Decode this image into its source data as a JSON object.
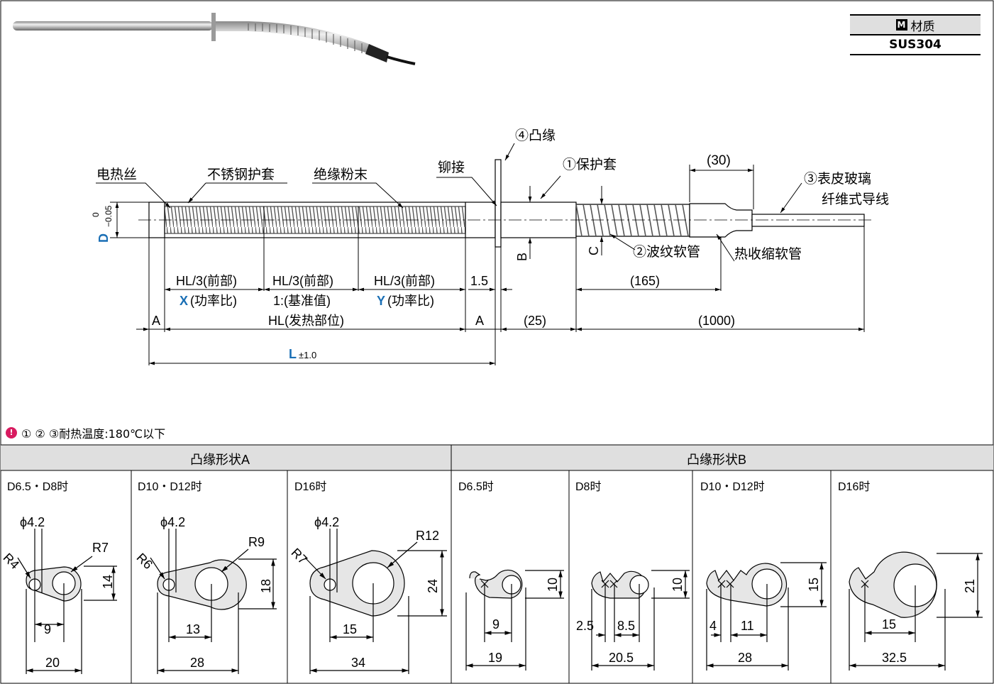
{
  "material": {
    "badge": "M",
    "label": "材质",
    "value": "SUS304"
  },
  "callouts": {
    "heater_wire": "电热丝",
    "stainless_sheath": "不锈钢护套",
    "insulation_powder": "绝缘粉末",
    "rivet": "铆接",
    "flange": "④凸缘",
    "protective_sleeve": "①保护套",
    "dim_30": "(30)",
    "lead_wire_1": "③表皮玻璃",
    "lead_wire_2": "纤维式导线",
    "corrugated_hose": "②波纹软管",
    "heat_shrink": "热收缩软管"
  },
  "dims": {
    "d_label": "D",
    "d_tol_upper": "0",
    "d_tol_lower": "−0.05",
    "b": "B",
    "c": "C",
    "hl3_front_1": "HL/3(前部)",
    "hl3_front_2": "HL/3(前部)",
    "hl3_front_3": "HL/3(前部)",
    "x_letter": "X",
    "x_text": "(功率比)",
    "base": "1:(基准值)",
    "y_letter": "Y",
    "y_text": "(功率比)",
    "d15": "1.5",
    "a_left": "A",
    "a_right": "A",
    "hl": "HL(发热部位)",
    "d25": "(25)",
    "d165": "(165)",
    "d1000": "(1000)",
    "l_letter": "L",
    "l_tol": "±1.0"
  },
  "note": {
    "icon": "!",
    "text": "① ② ③耐热温度:180℃以下"
  },
  "table": {
    "group_a": "凸缘形状A",
    "group_b": "凸缘形状B",
    "columns": [
      {
        "title": "D6.5・D8时",
        "hole": "ϕ4.2",
        "r_small": "R4",
        "r_big": "R7",
        "h": "14",
        "c2c": "9",
        "w": "20"
      },
      {
        "title": "D10・D12时",
        "hole": "ϕ4.2",
        "r_small": "R6",
        "r_big": "R9",
        "h": "18",
        "c2c": "13",
        "w": "28"
      },
      {
        "title": "D16时",
        "hole": "ϕ4.2",
        "r_small": "R7",
        "r_big": "R12",
        "h": "24",
        "c2c": "15",
        "w": "34"
      },
      {
        "title": "D6.5时",
        "h": "10",
        "c2c": "9",
        "w": "19"
      },
      {
        "title": "D8时",
        "h": "10",
        "off": "2.5",
        "c2c": "8.5",
        "w": "20.5"
      },
      {
        "title": "D10・D12时",
        "h": "15",
        "off": "4",
        "c2c": "11",
        "w": "28"
      },
      {
        "title": "D16时",
        "h": "21",
        "c2c": "15",
        "w": "32.5"
      }
    ]
  },
  "colors": {
    "accent_blue": "#1a6fb5",
    "note_pink": "#d81b60",
    "header_gray": "#dfdfdf",
    "flange_fill": "#e6e6e6"
  }
}
